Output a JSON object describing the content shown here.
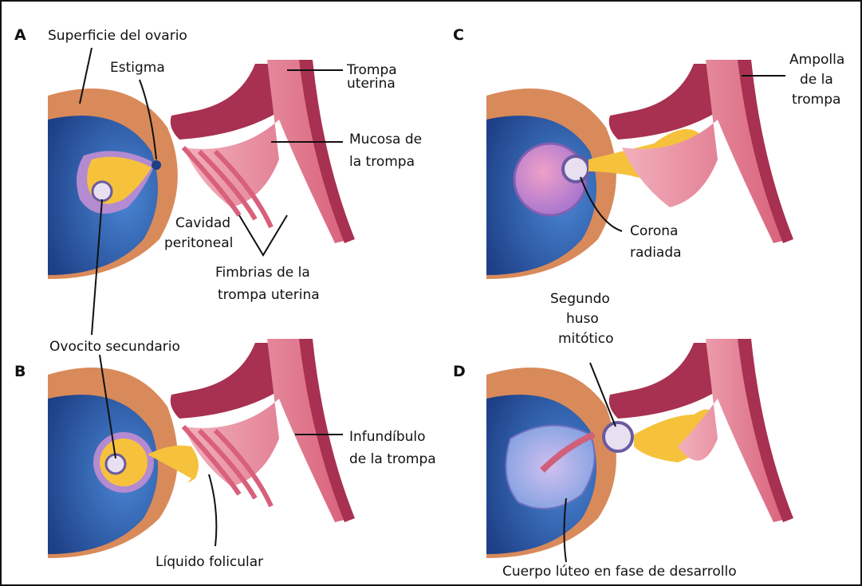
{
  "panels": {
    "a": "A",
    "b": "B",
    "c": "C",
    "d": "D"
  },
  "labels": {
    "superficie_ovario": "Superficie del ovario",
    "estigma": "Estigma",
    "trompa_uterina_1": "Trompa",
    "trompa_uterina_2": "uterina",
    "mucosa_1": "Mucosa de",
    "mucosa_2": "la trompa",
    "cavidad_1": "Cavidad",
    "cavidad_2": "peritoneal",
    "fimbrias_1": "Fimbrias de la",
    "fimbrias_2": "trompa uterina",
    "ovocito": "Ovocito secundario",
    "infundibulo_1": "Infundíbulo",
    "infundibulo_2": "de la trompa",
    "liquido": "Líquido folicular",
    "ampolla_1": "Ampolla",
    "ampolla_2": "de la",
    "ampolla_3": "trompa",
    "corona_1": "Corona",
    "corona_2": "radiada",
    "segundo_1": "Segundo",
    "segundo_2": "huso",
    "segundo_3": "mitótico",
    "cuerpo_luteo": "Cuerpo lúteo en fase de desarrollo"
  },
  "colors": {
    "ovary_blue": "#2a5aa8",
    "ovary_surface": "#d98a5a",
    "tube_pink": "#e88a9a",
    "tube_dark": "#a83050",
    "follicle_yellow": "#f6c23c",
    "follicle_purple": "#b48ad0"
  }
}
